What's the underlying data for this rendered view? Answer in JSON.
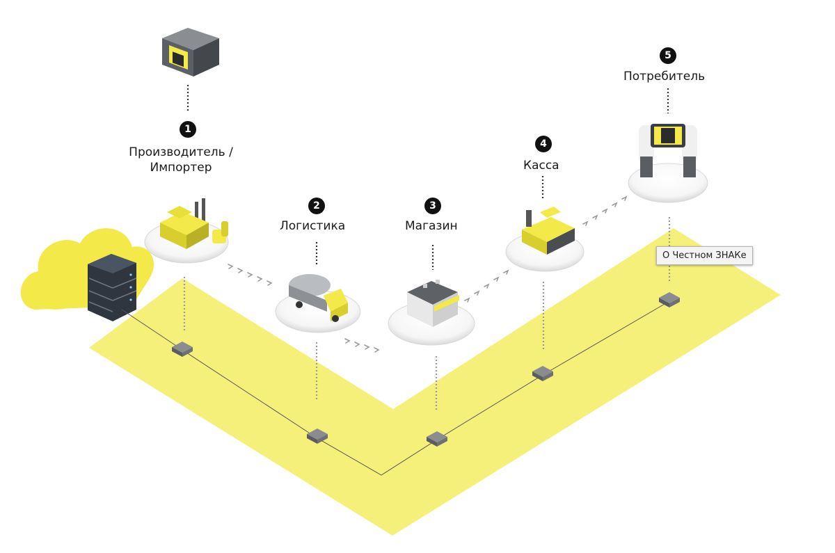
{
  "steps": [
    {
      "number": "1",
      "label": "Производитель / Импортер"
    },
    {
      "number": "2",
      "label": "Логистика"
    },
    {
      "number": "3",
      "label": "Магазин"
    },
    {
      "number": "4",
      "label": "Касса"
    },
    {
      "number": "5",
      "label": "Потребитель"
    }
  ],
  "tooltip": {
    "text": "О Честном ЗНАКе"
  },
  "colors": {
    "accent_yellow": "#f5f07a",
    "icon_yellow": "#f3ea4a",
    "dark_gray": "#4a4d52",
    "server_dark": "#2f3640",
    "platform": "#ffffff",
    "badge": "#111111"
  }
}
